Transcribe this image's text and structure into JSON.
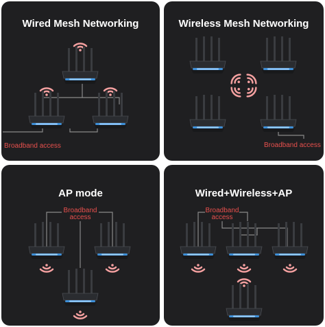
{
  "panels": [
    {
      "title": "Wired Mesh Networking",
      "broadband_label": "Broadband access"
    },
    {
      "title": "Wireless Mesh Networking",
      "broadband_label": "Broadband access"
    },
    {
      "title": "AP mode",
      "broadband_line1": "Broadband",
      "broadband_line2": "access"
    },
    {
      "title": "Wired+Wireless+AP",
      "broadband_line1": "Broadband",
      "broadband_line2": "access"
    }
  ],
  "colors": {
    "panel_bg": "#1f1f21",
    "title_text": "#ffffff",
    "accent_red": "#e8504d",
    "wifi_signal": "#f4a0a0",
    "router_body": "#2a2c30",
    "router_glow": "#3d8fd8",
    "cable": "#8a8a8a"
  },
  "icons": {
    "router": "router-icon",
    "wifi": "wifi-signal-icon"
  }
}
